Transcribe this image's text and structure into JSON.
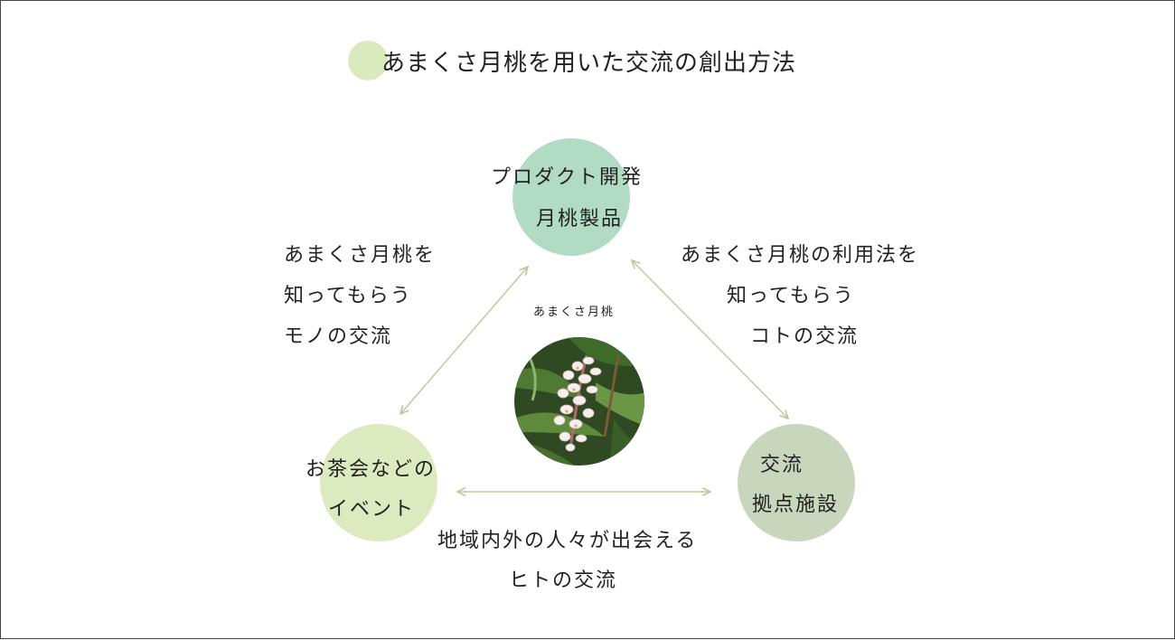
{
  "title": "あまくさ月桃を用いた交流の創出方法",
  "center": {
    "label": "あまくさ月桃",
    "image": "shell-ginger-flower-photo"
  },
  "nodes": {
    "top": {
      "line1": "プロダクト開発",
      "line2": "月桃製品"
    },
    "left": {
      "line1": "お茶会などの",
      "line2": "イベント"
    },
    "right": {
      "line1": "交流",
      "line2": "拠点施設"
    }
  },
  "edges": {
    "left_top": {
      "line1": "あまくさ月桃を",
      "line2": "知ってもらう",
      "line3": "モノの交流"
    },
    "top_right": {
      "line1": "あまくさ月桃の利用法を",
      "line2": "知ってもらう",
      "line3": "コトの交流"
    },
    "bottom": {
      "line1": "地域内外の人々が出会える",
      "line2": "ヒトの交流"
    }
  },
  "colors": {
    "node_top": "#b1dbc2",
    "node_left": "#dcebbf",
    "node_right": "#c8d6bb",
    "title_dot": "#dbe9bf",
    "arrow": "#c5c39a"
  }
}
